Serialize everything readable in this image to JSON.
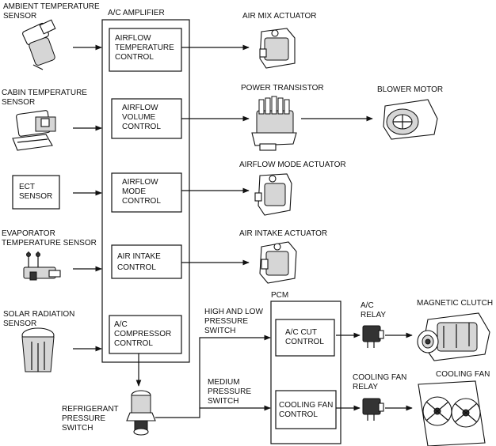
{
  "inputs": {
    "ambient": [
      "AMBIENT TEMPERATURE",
      "SENSOR"
    ],
    "cabin": [
      "CABIN TEMPERATURE",
      "SENSOR"
    ],
    "ect": [
      "ECT",
      "SENSOR"
    ],
    "evaporator": [
      "EVAPORATOR",
      "TEMPERATURE SENSOR"
    ],
    "solar": [
      "SOLAR RADIATION",
      "SENSOR"
    ]
  },
  "amplifier": {
    "title": "A/C AMPLIFIER",
    "blocks": {
      "airflow_temp": [
        "AIRFLOW",
        "TEMPERATURE",
        "CONTROL"
      ],
      "airflow_volume": [
        "AIRFLOW",
        "VOLUME",
        "CONTROL"
      ],
      "airflow_mode": [
        "AIRFLOW",
        "MODE",
        "CONTROL"
      ],
      "air_intake": [
        "AIR INTAKE",
        "CONTROL"
      ],
      "compressor": [
        "A/C",
        "COMPRESSOR",
        "CONTROL"
      ]
    }
  },
  "outputs": {
    "air_mix": "AIR MIX ACTUATOR",
    "power_transistor": "POWER TRANSISTOR",
    "blower_motor": "BLOWER MOTOR",
    "airflow_mode_actuator": "AIRFLOW MODE ACTUATOR",
    "air_intake_actuator": "AIR INTAKE ACTUATOR"
  },
  "pressure_switch": [
    "REFRIGERANT",
    "PRESSURE",
    "SWITCH"
  ],
  "switch_labels": {
    "high_low": [
      "HIGH AND LOW",
      "PRESSURE",
      "SWITCH"
    ],
    "medium": [
      "MEDIUM",
      "PRESSURE",
      "SWITCH"
    ]
  },
  "pcm": {
    "title": "PCM",
    "blocks": {
      "ac_cut": [
        "A/C CUT",
        "CONTROL"
      ],
      "cooling_fan": [
        "COOLING FAN",
        "CONTROL"
      ]
    }
  },
  "relays": {
    "ac": [
      "A/C",
      "RELAY"
    ],
    "fan": [
      "COOLING FAN",
      "RELAY"
    ]
  },
  "loads": {
    "clutch": "MAGNETIC CLUTCH",
    "fan": "COOLING FAN"
  }
}
